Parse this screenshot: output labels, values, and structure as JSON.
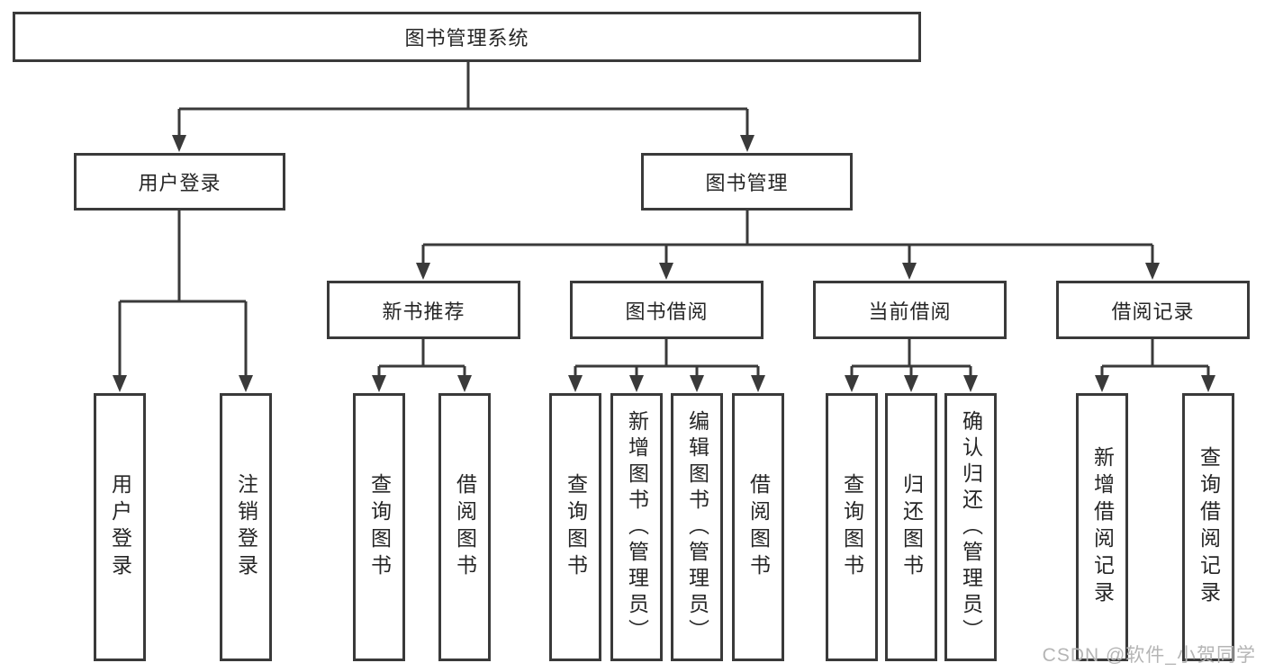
{
  "tree": {
    "root": {
      "label": "图书管理系统"
    },
    "level1": [
      {
        "label": "用户登录",
        "children": [
          "用户登录",
          "注销登录"
        ]
      },
      {
        "label": "图书管理"
      }
    ],
    "level2": [
      {
        "label": "新书推荐",
        "children": [
          "查询图书",
          "借阅图书"
        ]
      },
      {
        "label": "图书借阅",
        "children": [
          "查询图书",
          "新增图书（管理员）",
          "编辑图书（管理员）",
          "借阅图书"
        ]
      },
      {
        "label": "当前借阅",
        "children": [
          "查询图书",
          "归还图书",
          "确认归还（管理员）"
        ]
      },
      {
        "label": "借阅记录",
        "children": [
          "新增借阅记录",
          "查询借阅记录"
        ]
      }
    ]
  },
  "watermark": {
    "text": "CSDN @软件_小贺同学"
  },
  "colors": {
    "line": "#3a3a3a",
    "text": "#262626",
    "box_bg": "#ffffff",
    "background": "#ffffff",
    "watermark": "#b5b5b5"
  }
}
